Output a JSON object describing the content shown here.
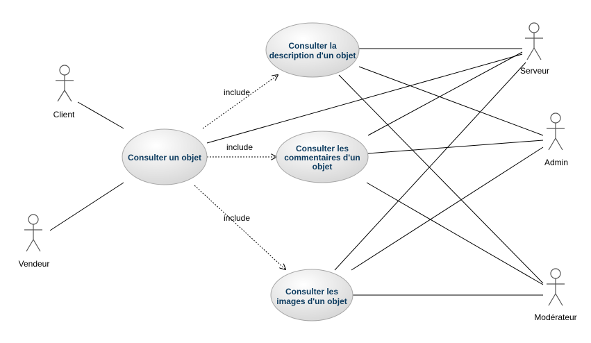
{
  "actors": {
    "client": "Client",
    "vendeur": "Vendeur",
    "serveur": "Serveur",
    "admin": "Admin",
    "moderateur": "Modérateur"
  },
  "use_cases": {
    "consulter_objet": [
      "Consulter un objet"
    ],
    "description": [
      "Consulter la",
      "description d'un objet"
    ],
    "commentaires": [
      "Consulter les",
      "commentaires d'un",
      "objet"
    ],
    "images": [
      "Consulter les",
      "images d'un objet"
    ]
  },
  "relations": {
    "include_1": "include",
    "include_2": "include",
    "include_3": "include"
  },
  "colors": {
    "use_case_text": "#0b3a5e",
    "use_case_fill_light": "#ffffff",
    "use_case_fill_dark": "#d9d9d9",
    "line": "#000000",
    "actor_stroke": "#555555"
  }
}
